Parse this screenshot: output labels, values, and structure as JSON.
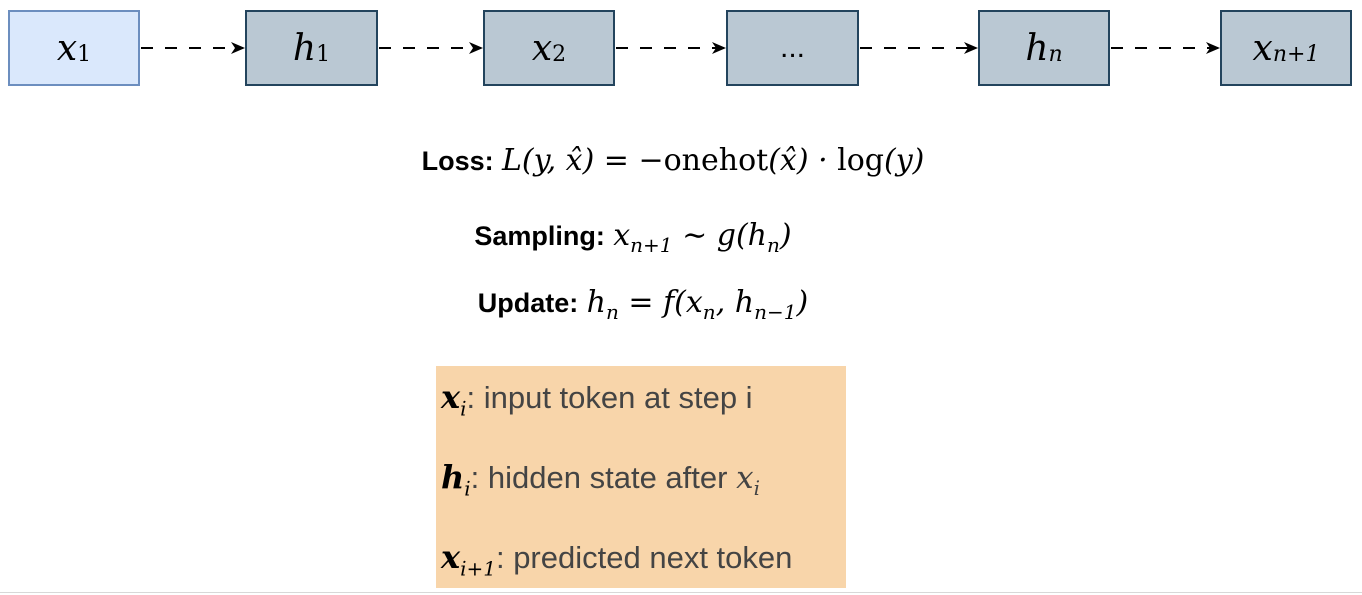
{
  "chain": {
    "nodes": [
      {
        "var": "x",
        "sub": "1",
        "sub_italic": false
      },
      {
        "var": "h",
        "sub": "1",
        "sub_italic": false
      },
      {
        "var": "x",
        "sub": "2",
        "sub_italic": false
      },
      {
        "text": "..."
      },
      {
        "var": "h",
        "sub": "n",
        "sub_italic": true
      },
      {
        "var": "x",
        "sub": "n+1",
        "sub_italic": true
      }
    ]
  },
  "equations": {
    "loss": {
      "label": "Loss:",
      "lhs": "L(y, x̂) = ",
      "op": "−onehot",
      "mid": "(x̂) · ",
      "fn": "log",
      "end": "(y)"
    },
    "sampling": {
      "label": "Sampling:",
      "var": "x",
      "sub": "n+1",
      "rel": " ∼ g(h",
      "sub2": "n",
      "close": ")"
    },
    "update": {
      "label": "Update:",
      "var": "h",
      "sub": "n",
      "rel": " = f(x",
      "sub2": "n",
      "comma": ", h",
      "sub3": "n−1",
      "close": ")"
    }
  },
  "legend": {
    "items": [
      {
        "var": "x",
        "sub": "i",
        "text": ": input token at step i"
      },
      {
        "var": "h",
        "sub": "i",
        "text": ": hidden state after ",
        "tail_var": "x",
        "tail_sub": "i"
      },
      {
        "var": "x",
        "sub": "i+1",
        "text": ": predicted next token"
      }
    ]
  },
  "colors": {
    "input_fill": "#dae8fc",
    "input_stroke": "#6c8ebf",
    "state_fill": "#bac8d3",
    "state_stroke": "#23445d",
    "legend_fill": "#f8d5aa"
  }
}
